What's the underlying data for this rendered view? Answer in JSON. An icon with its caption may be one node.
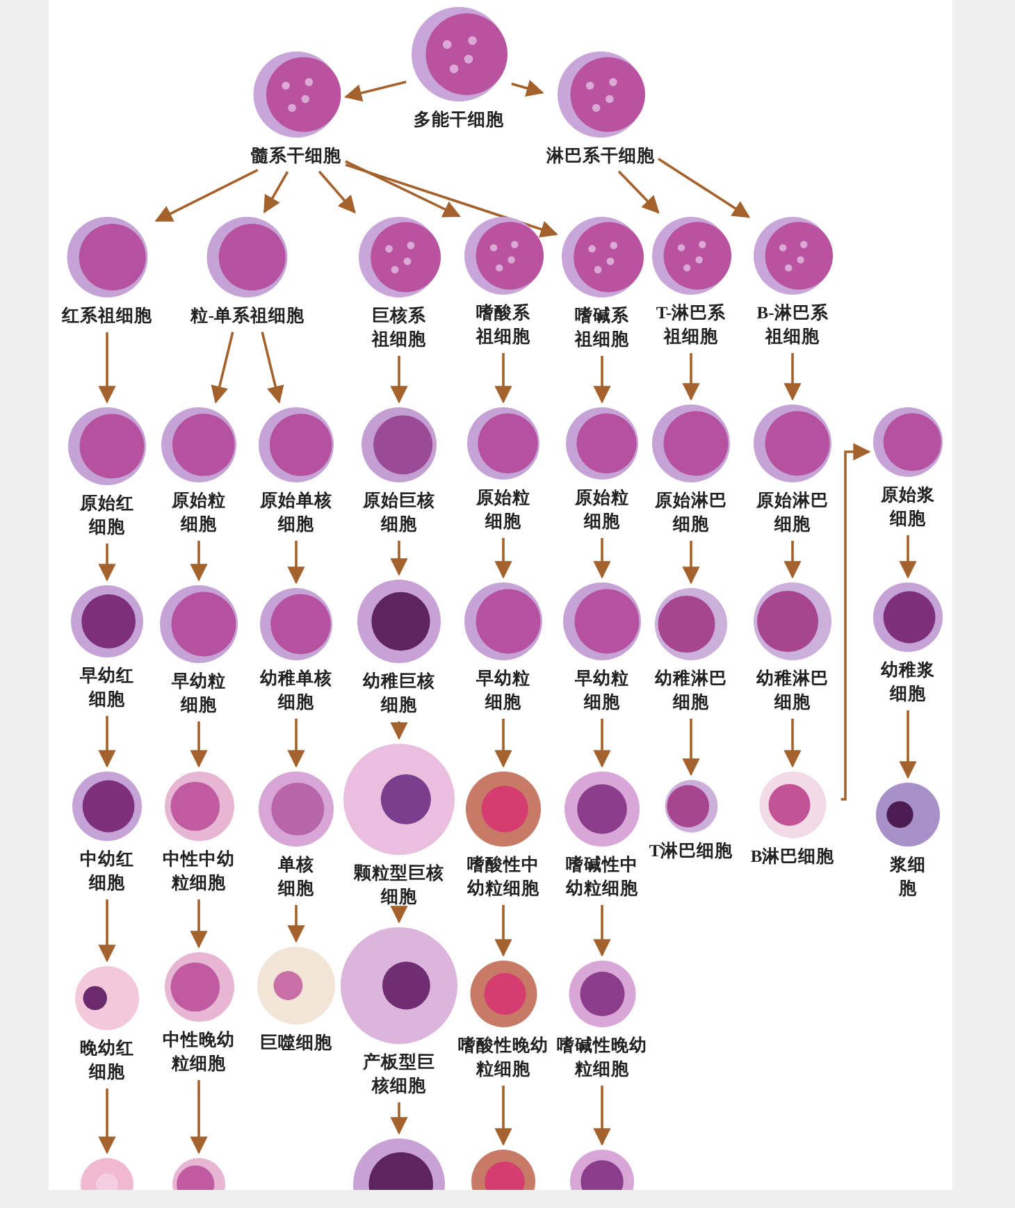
{
  "diagram": {
    "nodes": [
      {
        "text": [
          "多能干细胞"
        ]
      },
      {
        "text": [
          "髓系干细胞"
        ]
      },
      {
        "text": [
          "淋巴系干细胞"
        ]
      },
      {
        "text": [
          "红系祖细胞"
        ]
      },
      {
        "text": [
          "粒-单系祖细胞"
        ]
      },
      {
        "text": [
          "巨核系祖细胞"
        ]
      },
      {
        "text": [
          "嗜酸系祖细胞"
        ]
      },
      {
        "text": [
          "嗜碱系祖细胞"
        ]
      },
      {
        "text": [
          "T-淋巴系祖细胞"
        ]
      },
      {
        "text": [
          "B-淋巴系祖细胞"
        ]
      },
      {
        "text": [
          "原始红细胞"
        ]
      },
      {
        "text": [
          "原始粒细胞"
        ]
      },
      {
        "text": [
          "原始单核细胞"
        ]
      },
      {
        "text": [
          "原始巨核细胞"
        ]
      },
      {
        "text": [
          "原始粒细胞"
        ]
      },
      {
        "text": [
          "原始粒细胞"
        ]
      },
      {
        "text": [
          "原始淋巴细胞"
        ]
      },
      {
        "text": [
          "原始淋巴细胞"
        ]
      },
      {
        "text": [
          "原始浆细胞"
        ]
      },
      {
        "text": [
          "早幼红细胞"
        ]
      },
      {
        "text": [
          "早幼粒细胞"
        ]
      },
      {
        "text": [
          "幼稚单核细胞"
        ]
      },
      {
        "text": [
          "幼稚巨核细胞"
        ]
      },
      {
        "text": [
          "早幼粒细胞"
        ]
      },
      {
        "text": [
          "早幼粒细胞"
        ]
      },
      {
        "text": [
          "幼稚淋巴细胞"
        ]
      },
      {
        "text": [
          "幼稚淋巴细胞"
        ]
      },
      {
        "text": [
          "幼稚浆细胞"
        ]
      },
      {
        "text": [
          "中幼红细胞"
        ]
      },
      {
        "text": [
          "中性中幼粒细胞"
        ]
      },
      {
        "text": [
          "单核细胞"
        ]
      },
      {
        "text": [
          "颗粒型巨核细胞"
        ]
      },
      {
        "text": [
          "嗜酸性中幼粒细胞"
        ]
      },
      {
        "text": [
          "嗜碱性中幼粒细胞"
        ]
      },
      {
        "text": [
          "T淋巴细胞"
        ]
      },
      {
        "text": [
          "B淋巴细胞"
        ]
      },
      {
        "text": [
          "浆细胞"
        ]
      },
      {
        "text": [
          "晚幼红细胞"
        ]
      },
      {
        "text": [
          "中性晚幼粒细胞"
        ]
      },
      {
        "text": [
          "巨噬细胞"
        ]
      },
      {
        "text": [
          "产板型巨核细胞"
        ]
      },
      {
        "text": [
          "嗜酸性晚幼粒细胞"
        ]
      },
      {
        "text": [
          "嗜碱性晚幼粒细胞"
        ]
      },
      {
        "text": [],
        "shape": "picture"
      },
      {
        "text": [],
        "shape": "picture"
      },
      {
        "text": [],
        "shape": "picture"
      },
      {
        "text": [],
        "shape": "picture"
      },
      {
        "text": [],
        "shape": "picture"
      }
    ],
    "edges": [
      {
        "from": 0,
        "to": 1,
        "arrow": "to"
      },
      {
        "from": 0,
        "to": 2,
        "arrow": "to"
      },
      {
        "from": 1,
        "to": 3,
        "arrow": "to"
      },
      {
        "from": 1,
        "to": 4,
        "arrow": "to"
      },
      {
        "from": 1,
        "to": 5,
        "arrow": "to"
      },
      {
        "from": 1,
        "to": 6,
        "arrow": "to"
      },
      {
        "from": 1,
        "to": 7,
        "arrow": "to"
      },
      {
        "from": 2,
        "to": 8,
        "arrow": "to"
      },
      {
        "from": 2,
        "to": 9,
        "arrow": "to"
      },
      {
        "from": 3,
        "to": 10,
        "arrow": "to"
      },
      {
        "from": 4,
        "to": 11,
        "arrow": "to"
      },
      {
        "from": 4,
        "to": 12,
        "arrow": "to"
      },
      {
        "from": 5,
        "to": 13,
        "arrow": "to"
      },
      {
        "from": 6,
        "to": 14,
        "arrow": "to"
      },
      {
        "from": 7,
        "to": 15,
        "arrow": "to"
      },
      {
        "from": 8,
        "to": 16,
        "arrow": "to"
      },
      {
        "from": 9,
        "to": 17,
        "arrow": "to"
      },
      {
        "from": 10,
        "to": 19,
        "arrow": "to"
      },
      {
        "from": 11,
        "to": 20,
        "arrow": "to"
      },
      {
        "from": 12,
        "to": 21,
        "arrow": "to"
      },
      {
        "from": 13,
        "to": 22,
        "arrow": "to"
      },
      {
        "from": 14,
        "to": 23,
        "arrow": "to"
      },
      {
        "from": 15,
        "to": 24,
        "arrow": "to"
      },
      {
        "from": 16,
        "to": 25,
        "arrow": "to"
      },
      {
        "from": 17,
        "to": 26,
        "arrow": "to"
      },
      {
        "from": 18,
        "to": 27,
        "arrow": "to"
      },
      {
        "from": 19,
        "to": 28,
        "arrow": "to"
      },
      {
        "from": 20,
        "to": 29,
        "arrow": "to"
      },
      {
        "from": 21,
        "to": 30,
        "arrow": "to"
      },
      {
        "from": 22,
        "to": 31,
        "arrow": "to"
      },
      {
        "from": 23,
        "to": 32,
        "arrow": "to"
      },
      {
        "from": 24,
        "to": 33,
        "arrow": "to"
      },
      {
        "from": 25,
        "to": 34,
        "arrow": "to"
      },
      {
        "from": 26,
        "to": 35,
        "arrow": "to"
      },
      {
        "from": 27,
        "to": 36,
        "arrow": "to"
      },
      {
        "from": 35,
        "to": 18,
        "arrow": "to"
      },
      {
        "from": 28,
        "to": 37,
        "arrow": "to"
      },
      {
        "from": 29,
        "to": 38,
        "arrow": "to"
      },
      {
        "from": 30,
        "to": 39,
        "arrow": "to"
      },
      {
        "from": 31,
        "to": 40,
        "arrow": "to"
      },
      {
        "from": 32,
        "to": 41,
        "arrow": "to"
      },
      {
        "from": 33,
        "to": 42,
        "arrow": "to"
      },
      {
        "from": 37,
        "to": 43,
        "arrow": "to"
      },
      {
        "from": 38,
        "to": 44,
        "arrow": "to"
      },
      {
        "from": 40,
        "to": 45,
        "arrow": "to"
      },
      {
        "from": 41,
        "to": 46,
        "arrow": "to"
      },
      {
        "from": 42,
        "to": 47,
        "arrow": "to"
      }
    ]
  }
}
